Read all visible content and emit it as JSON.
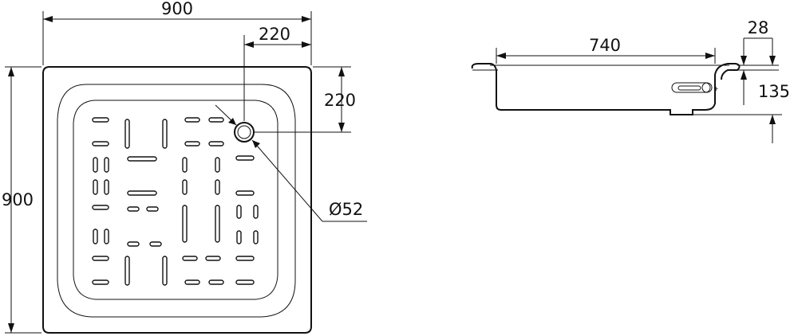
{
  "top_view": {
    "overall_width": "900",
    "overall_height": "900",
    "drain_offset_x": "220",
    "drain_offset_y": "220",
    "drain_diameter": "Ø52"
  },
  "side_view": {
    "inner_length": "740",
    "rim_thickness": "28",
    "tray_height": "135"
  }
}
